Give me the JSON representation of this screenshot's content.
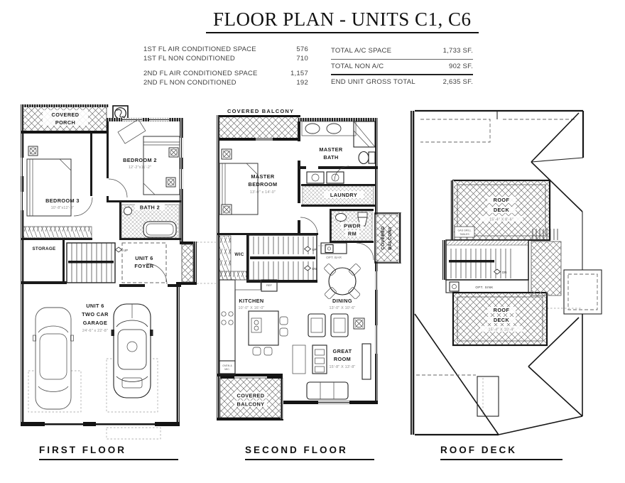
{
  "header": {
    "title": "FLOOR PLAN - UNITS C1, C6",
    "stats_left": [
      {
        "label": "1ST FL AIR CONDITIONED SPACE",
        "value": "576"
      },
      {
        "label": "1ST FL NON CONDITIONED",
        "value": "710"
      },
      {
        "label": "2ND FL AIR CONDITIONED SPACE",
        "value": "1,157"
      },
      {
        "label": "2ND FL NON CONDITIONED",
        "value": "192"
      }
    ],
    "stats_right": [
      {
        "label": "TOTAL A/C SPACE",
        "value": "1,733 SF."
      },
      {
        "label": "TOTAL NON A/C",
        "value": "902 SF."
      },
      {
        "label": "END UNIT GROSS TOTAL",
        "value": "2,635 SF."
      }
    ]
  },
  "first_floor": {
    "caption": "FIRST FLOOR",
    "labels": {
      "porch_1": "COVERED",
      "porch_2": "PORCH",
      "bedroom2": "BEDROOM 2",
      "bedroom2_dims": "12'-2\"x11'-2\"",
      "bedroom3": "BEDROOM 3",
      "bedroom3_dims": "10'-8\"x12'-4\"",
      "bath2": "BATH 2",
      "storage": "STORAGE",
      "foyer_1": "UNIT 6",
      "foyer_2": "FOYER",
      "up": "UP",
      "garage_1": "UNIT 6",
      "garage_2": "TWO CAR",
      "garage_3": "GARAGE",
      "garage_dims": "24'-6\" x 22'-8\""
    }
  },
  "second_floor": {
    "caption": "SECOND FLOOR",
    "labels": {
      "balcony_top": "COVERED BALCONY",
      "master_bath_1": "MASTER",
      "master_bath_2": "BATH",
      "master_bed_1": "MASTER",
      "master_bed_2": "BEDROOM",
      "master_bed_dims": "13'-0\" x 14'-0\"",
      "laundry": "LAUNDRY",
      "pwdr_1": "PWDR",
      "pwdr_2": "RM",
      "balcony_right_1": "COVERED",
      "balcony_right_2": "BALCONY",
      "wic": "WIC",
      "up": "UP",
      "dn": "DN",
      "opt_bar": "OPT. BAR",
      "ref": "REF",
      "oven_1": "OVEN &",
      "oven_2": "MIC.",
      "kitchen": "KITCHEN",
      "kitchen_dims": "10'-0\" X 16'-0\"",
      "dining": "DINING",
      "dining_dims": "13'-0\" X 10'-6\"",
      "great_1": "GREAT",
      "great_2": "ROOM",
      "great_dims": "15'-8\" X 13'-8\"",
      "balcony_bottom_1": "COVERED",
      "balcony_bottom_2": "BALCONY"
    }
  },
  "roof_deck": {
    "caption": "ROOF DECK",
    "labels": {
      "deck_upper_1": "ROOF",
      "deck_upper_2": "DECK",
      "deck_upper_dims": "15'-4\" X 8'-6\"",
      "grill_1": "GAS GRILL",
      "grill_2": "TABLES",
      "dn": "DN",
      "opt_sink": "OPT. SINK",
      "deck_lower_1": "ROOF",
      "deck_lower_2": "DECK",
      "deck_lower_dims": "15'-4\" X 10'-4\""
    }
  }
}
